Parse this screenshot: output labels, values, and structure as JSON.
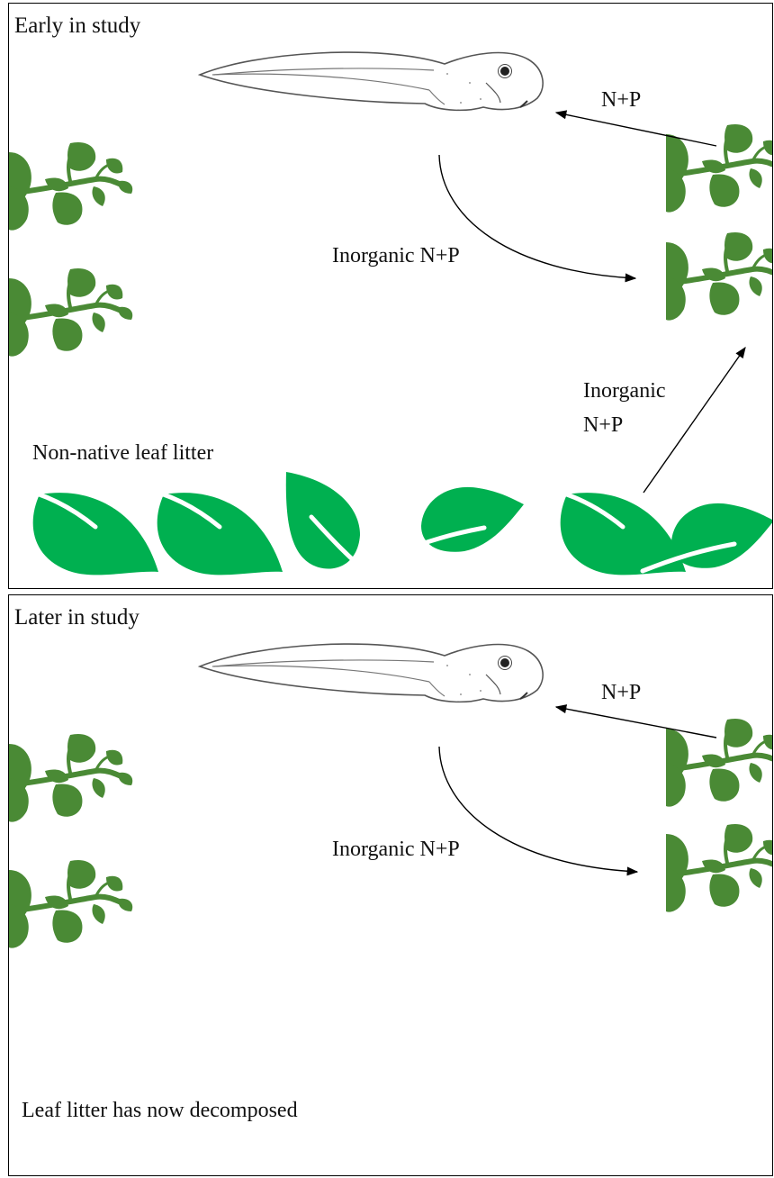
{
  "panels": [
    {
      "title": "Early in study",
      "labels": {
        "np_uptake": "N+P",
        "inorganic_np": "Inorganic N+P",
        "litter_inorganic_line1": "Inorganic",
        "litter_inorganic_line2": "N+P",
        "litter": "Non-native leaf litter"
      }
    },
    {
      "title": "Later in study",
      "labels": {
        "np_uptake": "N+P",
        "inorganic_np": "Inorganic N+P",
        "litter_note": "Leaf litter has now decomposed"
      }
    }
  ],
  "icons": {
    "organism": "tadpole-icon",
    "plant": "plant-sprig-icon",
    "litter": "leaf-icon"
  },
  "colors": {
    "plant_green": "#4a8a35",
    "litter_green": "#00b050",
    "line": "#000000"
  }
}
